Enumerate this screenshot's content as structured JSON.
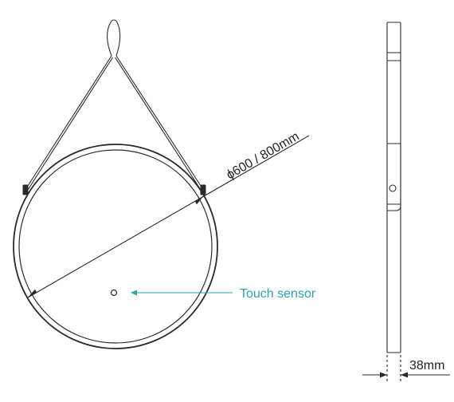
{
  "labels": {
    "diameter": "ϕ600 / 800mm",
    "touch_sensor": "Touch sensor",
    "depth": "38mm"
  },
  "colors": {
    "line": "#2a2a2a",
    "callout": "#2aa3b5"
  }
}
